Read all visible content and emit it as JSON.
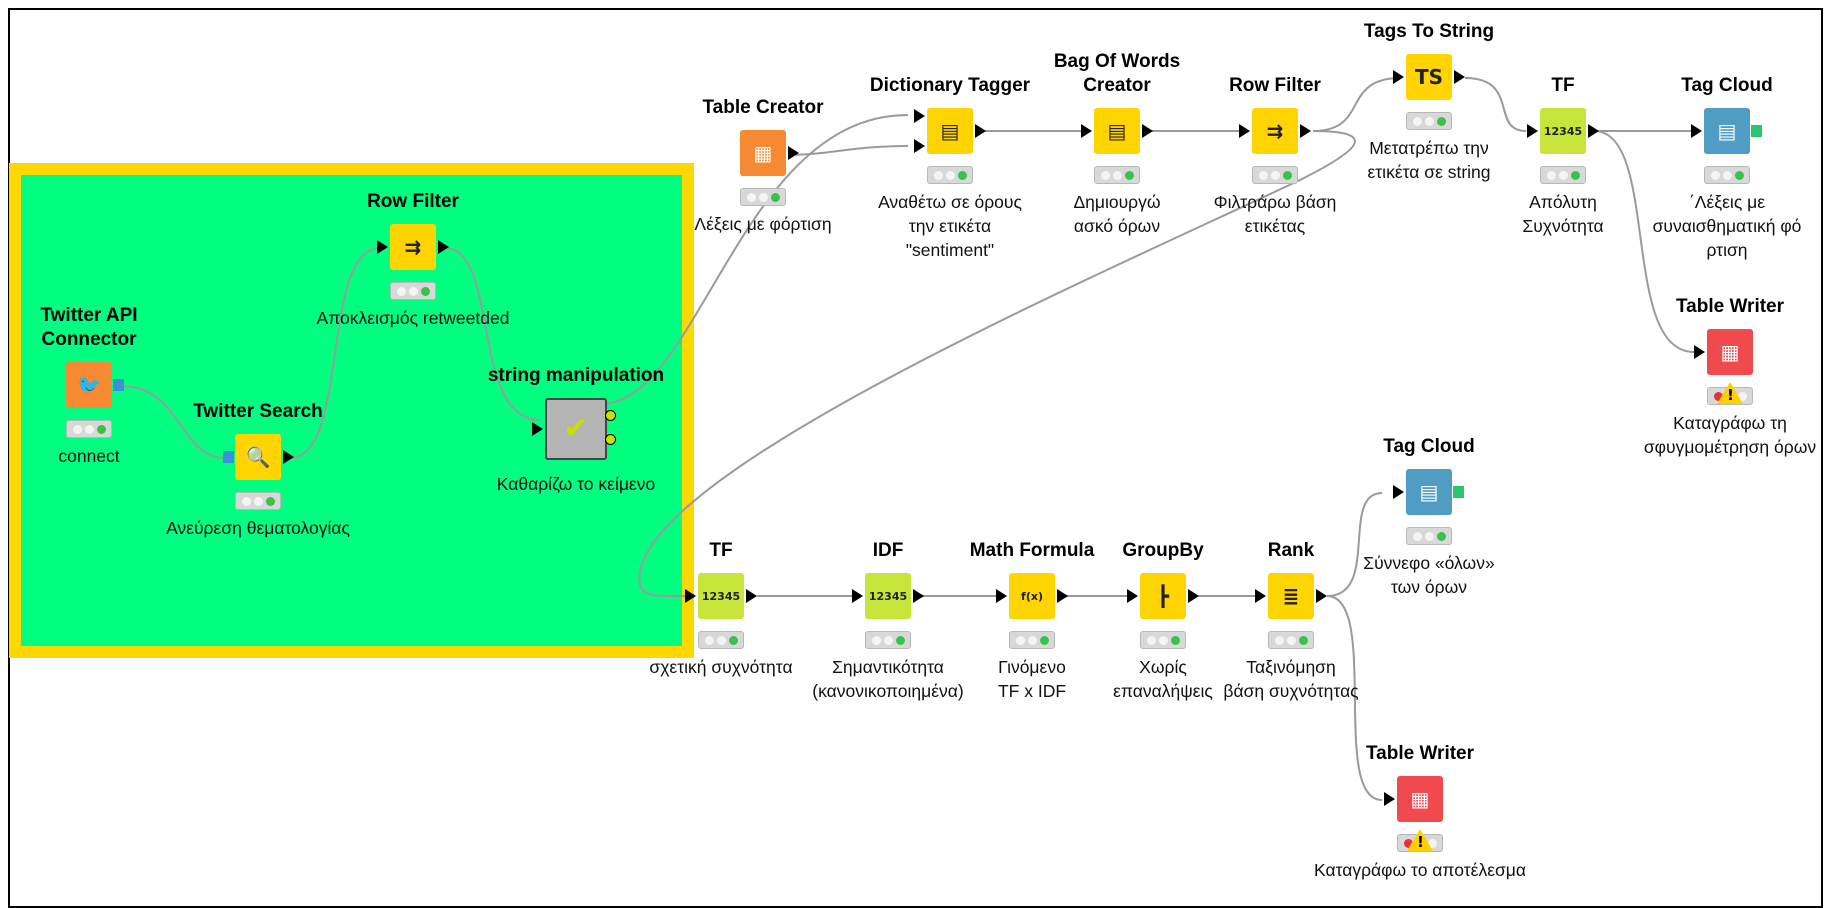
{
  "colors": {
    "annotation_fill": "#00ff80",
    "annotation_border": "#ffd700",
    "source": "#f58a33",
    "manipulator": "#ffd400",
    "learner": "#c6e43a",
    "visualizer": "#4f9dc3",
    "sink": "#f04a4e",
    "meta": "#a8a8a8",
    "twitter": "#f58a33"
  },
  "nodes": [
    {
      "id": "twitter_api",
      "title": "Twitter API\nConnector",
      "label": "connect",
      "icon": "twitter-icon",
      "glyph": "🐦",
      "type": "source",
      "status": "ok"
    },
    {
      "id": "twitter_search",
      "title": "Twitter Search",
      "label": "Ανεύρεση θεματολογίας",
      "icon": "search-icon",
      "glyph": "🔍",
      "type": "manipulator",
      "status": "ok"
    },
    {
      "id": "row_filter_1",
      "title": "Row Filter",
      "label": "Αποκλεισμός retweetded",
      "icon": "filter-icon",
      "glyph": "⇉",
      "type": "manipulator",
      "status": "ok"
    },
    {
      "id": "string_manip",
      "title": "string manipulation",
      "label": "Καθαρίζω το κείμενο",
      "icon": "check-icon",
      "glyph": "✔",
      "type": "meta",
      "status": "none"
    },
    {
      "id": "table_creator",
      "title": "Table Creator",
      "label": "Λέξεις με φόρτιση",
      "icon": "table-plus-icon",
      "glyph": "▦",
      "type": "source",
      "status": "ok"
    },
    {
      "id": "dict_tagger",
      "title": "Dictionary Tagger",
      "label": "Αναθέτω σε όρους\nτην ετικέτα\n\"sentiment\"",
      "icon": "pos-tag-icon",
      "glyph": "▤",
      "type": "manipulator",
      "status": "ok"
    },
    {
      "id": "bow",
      "title": "Bag Of Words\nCreator",
      "label": "Δημιουργώ\nασκό όρων",
      "icon": "bag-icon",
      "glyph": "▤",
      "type": "manipulator",
      "status": "ok"
    },
    {
      "id": "row_filter_2",
      "title": "Row Filter",
      "label": "Φιλτράρω βάση\nετικέτας",
      "icon": "filter-icon",
      "glyph": "⇉",
      "type": "manipulator",
      "status": "ok"
    },
    {
      "id": "tags_to_string",
      "title": "Tags To String",
      "label": "Μετατρέπω την\nετικέτα σε string",
      "icon": "tag-string-icon",
      "glyph": "TS",
      "type": "manipulator",
      "status": "ok"
    },
    {
      "id": "tf_top",
      "title": "TF",
      "label": "Απόλυτη\nΣυχνότητα",
      "icon": "tf-icon",
      "glyph": "12345",
      "type": "learner",
      "status": "ok"
    },
    {
      "id": "tag_cloud_top",
      "title": "Tag Cloud",
      "label": "΄Λέξεις με\nσυναισθηματική φό\nρτιση",
      "icon": "cloud-icon",
      "glyph": "▤",
      "type": "visualizer",
      "status": "ok"
    },
    {
      "id": "table_writer_top",
      "title": "Table Writer",
      "label": "Καταγράφω τη\nσφυγμομέτρηση όρων",
      "icon": "table-writer-icon",
      "glyph": "▦",
      "type": "sink",
      "status": "warn"
    },
    {
      "id": "tf_bottom",
      "title": "TF",
      "label": "σχετική συχνότητα",
      "icon": "tf-icon",
      "glyph": "12345",
      "type": "learner",
      "status": "ok"
    },
    {
      "id": "idf",
      "title": "IDF",
      "label": "Σημαντικότητα\n(κανονικοποιημένα)",
      "icon": "idf-icon",
      "glyph": "12345",
      "type": "learner",
      "status": "ok"
    },
    {
      "id": "math",
      "title": "Math Formula",
      "label": "Γινόμενο\nTF x IDF",
      "icon": "formula-icon",
      "glyph": "f(x)",
      "type": "manipulator",
      "status": "ok"
    },
    {
      "id": "groupby",
      "title": "GroupBy",
      "label": "Χωρίς\nεπαναλήψεις",
      "icon": "groupby-icon",
      "glyph": "┣",
      "type": "manipulator",
      "status": "ok"
    },
    {
      "id": "rank",
      "title": "Rank",
      "label": "Ταξινόμηση\nβάση συχνότητας",
      "icon": "rank-icon",
      "glyph": "≣",
      "type": "manipulator",
      "status": "ok"
    },
    {
      "id": "tag_cloud_bottom",
      "title": "Tag Cloud",
      "label": "Σύννεφο «όλων»\nτων όρων",
      "icon": "cloud-icon",
      "glyph": "▤",
      "type": "visualizer",
      "status": "ok"
    },
    {
      "id": "table_writer_bottom",
      "title": "Table Writer",
      "label": "Καταγράφω το αποτέλεσμα",
      "icon": "table-writer-icon",
      "glyph": "▦",
      "type": "sink",
      "status": "warn"
    }
  ]
}
